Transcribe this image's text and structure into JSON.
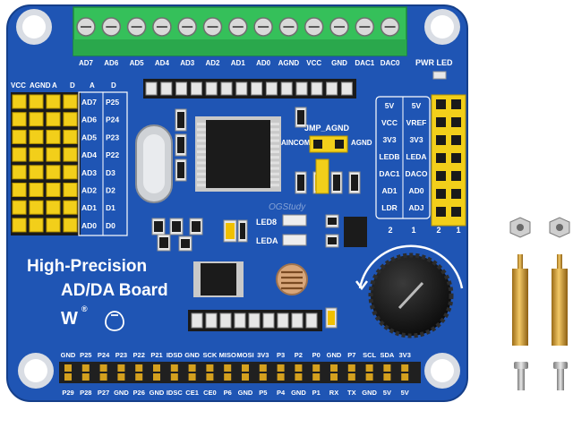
{
  "product": {
    "title_line1": "High-Precision",
    "title_line2": "AD/DA Board",
    "watermark": "OGStudy",
    "logo_text": "W",
    "logo_mark": "®"
  },
  "terminal_labels": [
    "AD7",
    "AD6",
    "AD5",
    "AD4",
    "AD3",
    "AD2",
    "AD1",
    "AD0",
    "AGND",
    "VCC",
    "GND",
    "DAC1",
    "DAC0"
  ],
  "pwr_led_label": "PWR LED",
  "left_header": {
    "top_labels": [
      "VCC",
      "AGND",
      "A",
      "D",
      "A",
      "D"
    ],
    "ad_labels": [
      "AD7",
      "AD6",
      "AD5",
      "AD4",
      "AD3",
      "AD2",
      "AD1",
      "AD0"
    ],
    "p_labels": [
      "P25",
      "P24",
      "P23",
      "P22",
      "D3",
      "D2",
      "D1",
      "D0"
    ]
  },
  "jumper_labels": {
    "jmp": "JMP_AGND",
    "aincom": "AINCOM",
    "agnd": "AGND",
    "led8": "LED8",
    "leda": "LEDA"
  },
  "right_table": {
    "left_col": [
      "5V",
      "VCC",
      "3V3",
      "LEDB",
      "DAC1",
      "AD1",
      "LDR"
    ],
    "right_col": [
      "5V",
      "VREF",
      "3V3",
      "LEDA",
      "DACO",
      "AD0",
      "ADJ"
    ],
    "bottom_nums": [
      "2",
      "1",
      "2",
      "1"
    ]
  },
  "gpio_top": [
    "GND",
    "P25",
    "P24",
    "P23",
    "P22",
    "P21",
    "IDSD",
    "GND",
    "SCK",
    "MISO",
    "MOSI",
    "3V3",
    "P3",
    "P2",
    "P0",
    "GND",
    "P7",
    "SCL",
    "SDA",
    "3V3"
  ],
  "gpio_bottom": [
    "P29",
    "P28",
    "P27",
    "GND",
    "P26",
    "GND",
    "IDSC",
    "CE1",
    "CE0",
    "P6",
    "GND",
    "P5",
    "P4",
    "GND",
    "P1",
    "RX",
    "TX",
    "GND",
    "5V",
    "5V"
  ],
  "colors": {
    "pcb": "#1f55b4",
    "terminal": "#35c05a",
    "jumper": "#f2cf1a",
    "pin": "#d4a01e",
    "chip": "#1b1b1b",
    "standoff": "#d8a43a"
  }
}
